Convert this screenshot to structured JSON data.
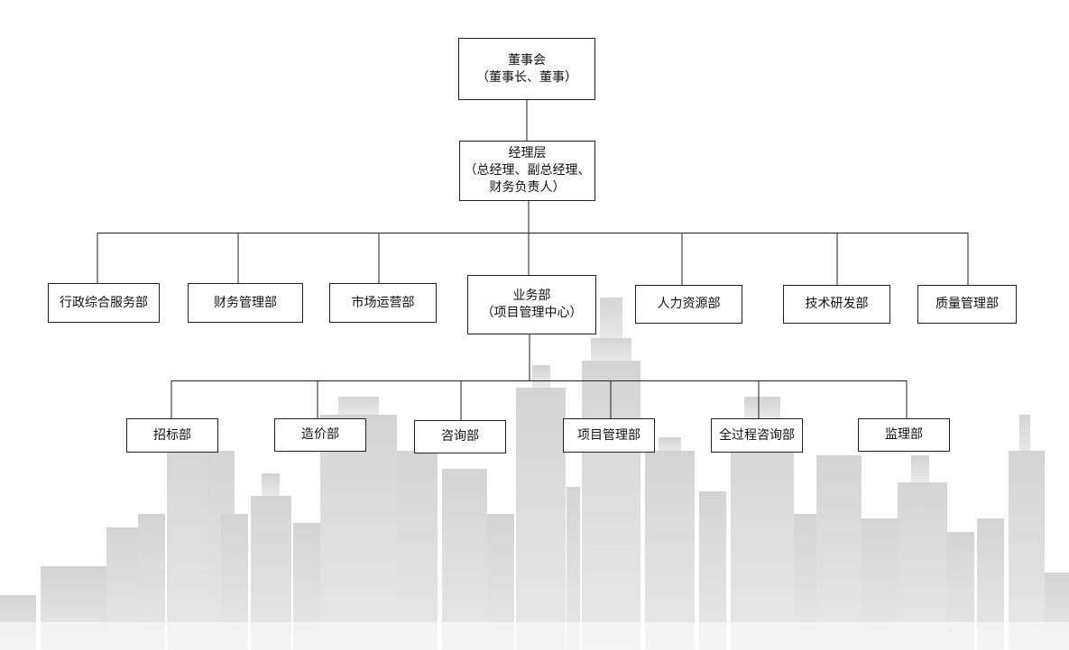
{
  "board": {
    "title": "董事会",
    "sub": "（董事长、董事）"
  },
  "management": {
    "title": "经理层",
    "sub1": "（总经理、副总经理、",
    "sub2": "财务负责人）"
  },
  "departments": [
    "行政综合服务部",
    "财务管理部",
    "市场运营部",
    "人力资源部",
    "技术研发部",
    "质量管理部"
  ],
  "business": {
    "title": "业务部",
    "sub": "（项目管理中心）"
  },
  "sub_departments": [
    "招标部",
    "造价部",
    "咨询部",
    "项目管理部",
    "全过程咨询部",
    "监理部"
  ]
}
